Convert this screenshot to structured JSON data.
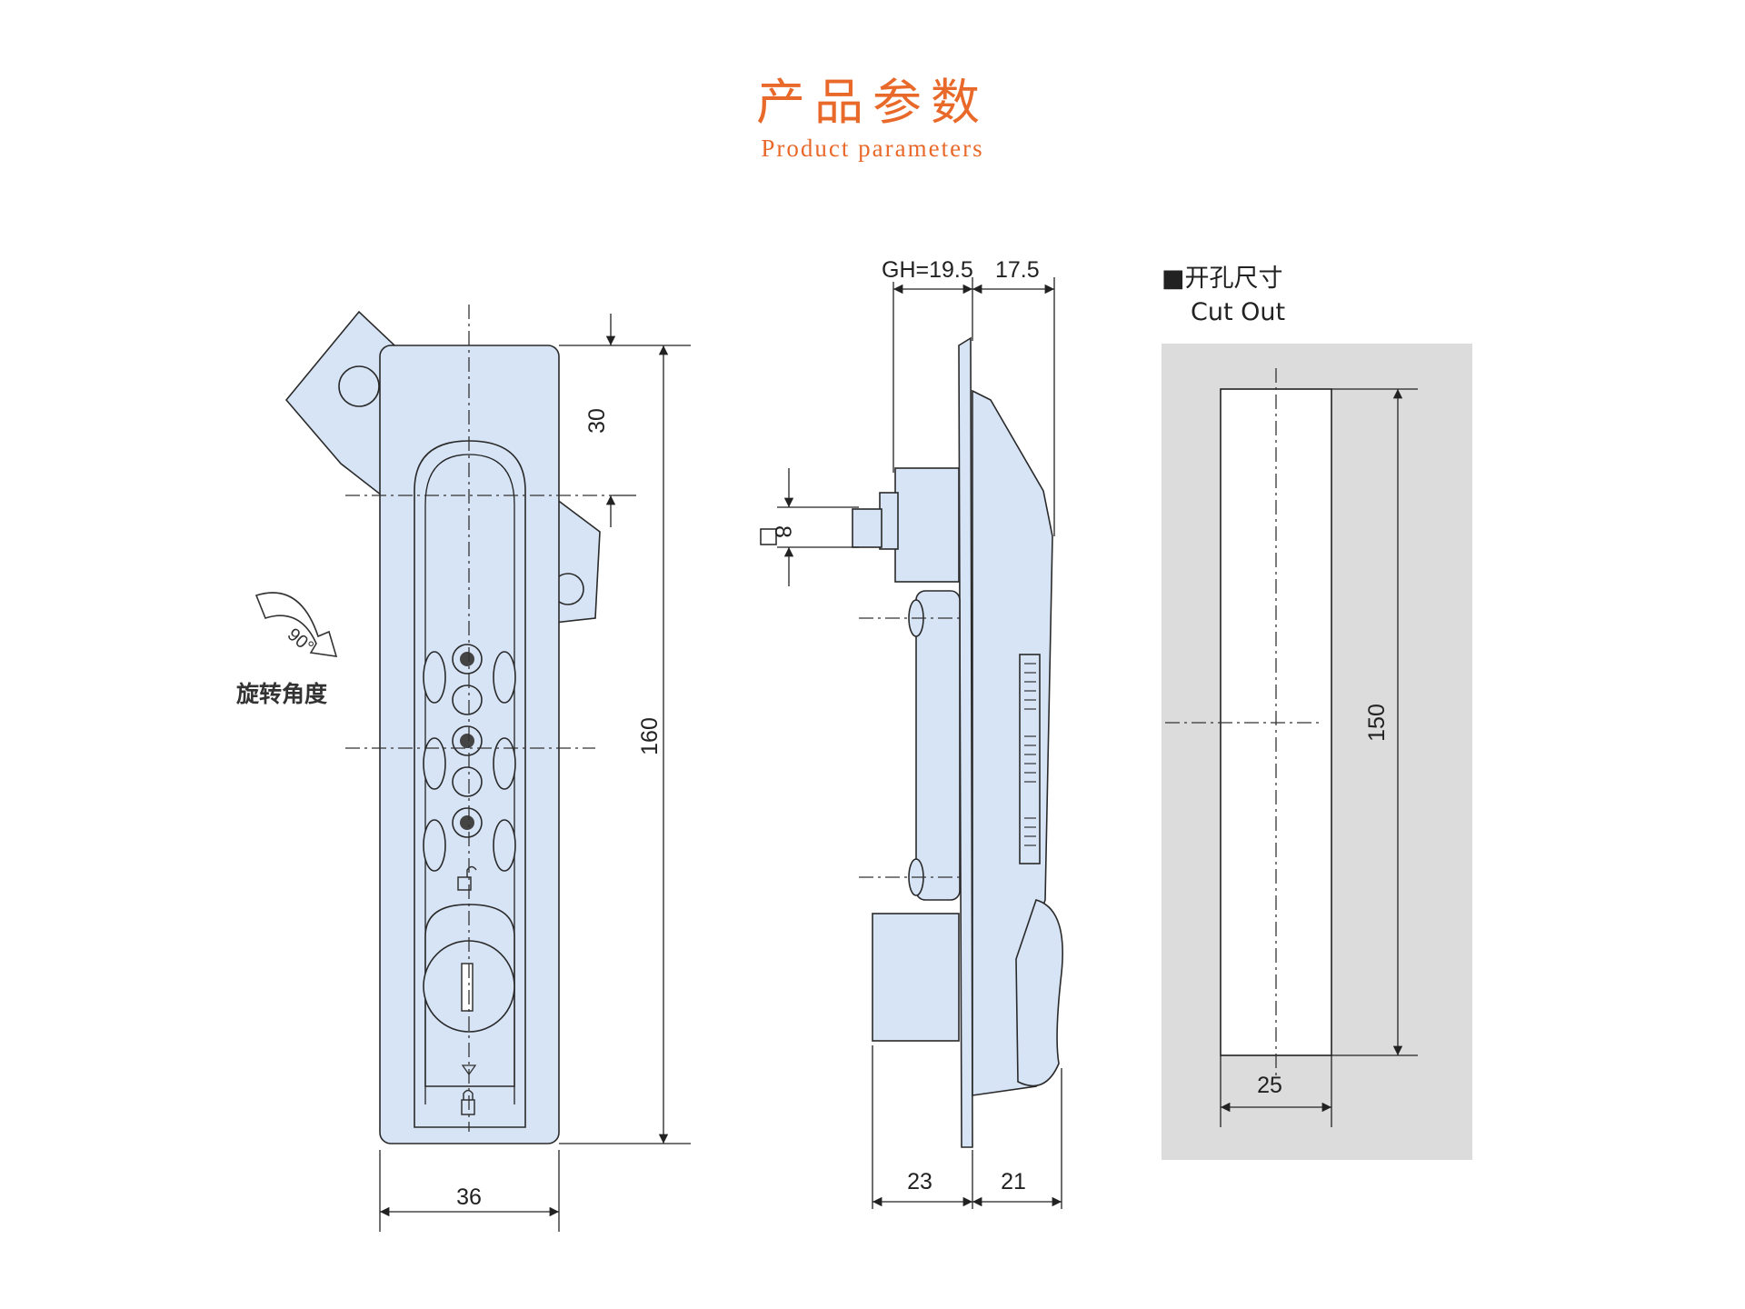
{
  "header": {
    "title_zh": "产品参数",
    "title_en": "Product parameters"
  },
  "front_view": {
    "dim_width": "36",
    "dim_height": "160",
    "dim_top": "30",
    "rotation_label": "旋转角度",
    "rotation_angle": "90°"
  },
  "side_view": {
    "dim_gh": "GH=19.5",
    "dim_top_right": "17.5",
    "dim_square": "8",
    "dim_bottom_left": "23",
    "dim_bottom_right": "21"
  },
  "cutout": {
    "title_zh": "■开孔尺寸",
    "title_en": "Cut Out",
    "dim_height": "150",
    "dim_width": "25"
  },
  "colors": {
    "accent": "#e8692a",
    "part_fill": "#d6e4f6",
    "cutout_bg": "#dcdcdc"
  }
}
